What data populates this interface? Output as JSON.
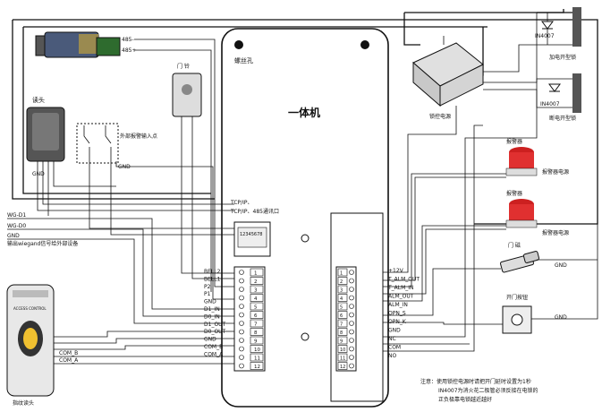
{
  "main_unit": {
    "title": "一体机",
    "screw_hole": "螺丝孔",
    "tcpip_port": "TCP/IP、485通讯口",
    "rj45_pins": "12345678"
  },
  "converter": {
    "pin_485_minus": "485-",
    "pin_485_plus": "485+"
  },
  "doorbell": {
    "label": "门 铃"
  },
  "reader": {
    "label": "读头",
    "ext_alarm": "外部报警输入点",
    "gnd": "GND"
  },
  "left_signals": [
    {
      "name": "WG-D1"
    },
    {
      "name": "WG-D0"
    },
    {
      "name": "GND"
    },
    {
      "name": "输出wiegand信号给外部设备"
    }
  ],
  "fp_reader": {
    "label": "指纹读头",
    "brand": "ACCESS CONTROL"
  },
  "left_terminals": {
    "labels": [
      "BELL2",
      "BELL1",
      "P2",
      "P1",
      "GND",
      "D1_IN",
      "D0_IN",
      "D1_OUT",
      "D0_OUT",
      "GND",
      "COM_B",
      "COM_A"
    ],
    "numbers": [
      "1",
      "2",
      "3",
      "4",
      "5",
      "6",
      "7",
      "8",
      "9",
      "10",
      "11",
      "12"
    ]
  },
  "right_terminals": {
    "labels": [
      "+12V",
      "T_ALM_OUT",
      "T_ALM_IN",
      "ALM_OUT",
      "ALM_IN",
      "OPN_S",
      "OPN_K",
      "GND",
      "NC",
      "COM",
      "NO"
    ],
    "numbers": [
      "1",
      "2",
      "3",
      "4",
      "5",
      "6",
      "7",
      "8",
      "9",
      "10",
      "11",
      "12"
    ]
  },
  "lock_power": {
    "label": "锁控电源"
  },
  "locks": {
    "diode1": "IN4007",
    "lock1": "加电开型锁",
    "diode2": "IN4007",
    "lock2": "断电开型锁"
  },
  "alarms": {
    "alarm1": "报警器",
    "alarm1_power": "报警器电源",
    "alarm2": "报警器",
    "alarm2_power": "报警器电源"
  },
  "door_sensor": {
    "label": "门 磁",
    "gnd": "GND"
  },
  "exit_button": {
    "label": "开门按钮",
    "gnd": "GND"
  },
  "note": {
    "line1": "注意：使用锁控电源时请把开门延时设置为1秒",
    "line2": "IN4007为消火花二极管必须反接在电锁的",
    "line3": "正负极靠电锁越近越好"
  }
}
